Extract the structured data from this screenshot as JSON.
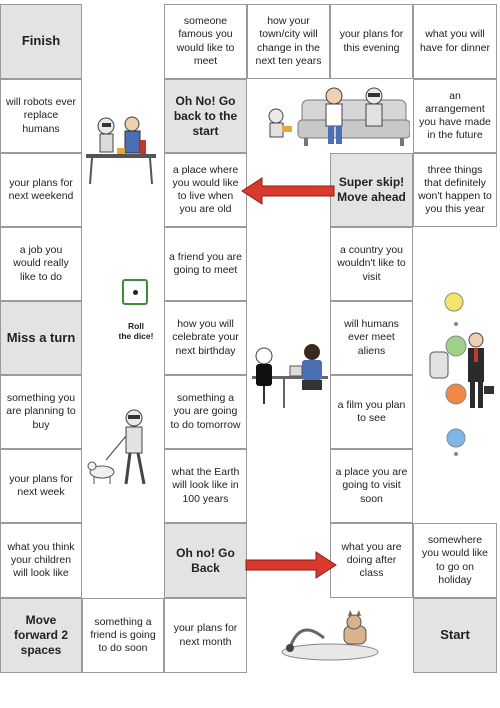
{
  "board": {
    "roll_dice": "Roll\nthe dice!",
    "squares": {
      "finish": "Finish",
      "famous_person": "someone famous you would like to meet",
      "town_change": "how your town/city will change in the next ten years",
      "plans_evening": "your plans for this evening",
      "dinner": "what you will have for dinner",
      "robots_replace": "will robots ever replace humans",
      "oh_no_start": "Oh No! Go back to the start",
      "arrangement": "an arrangement you have made in the future",
      "plans_weekend": "your plans for next weekend",
      "live_when_old": "a place where you would like to live when you are old",
      "super_skip": "Super skip! Move ahead",
      "three_things": "three things that definitely won't happen to you this year",
      "job": "a job you would really like to do",
      "friend_meet": "a friend you are going to meet",
      "country": "a country you wouldn't like to visit",
      "miss_turn": "Miss a turn",
      "birthday": "how you will celebrate your next birthday",
      "aliens": "will humans ever meet aliens",
      "planning_buy": "something you are planning to buy",
      "tomorrow": "something a you are going to do tomorrow",
      "film": "a film you plan to see",
      "next_week": "your plans for next week",
      "earth_100": "what the Earth will look like in 100 years",
      "visit_soon": "a place you are going to visit soon",
      "children": "what you think your children will look like",
      "oh_no_back": "Oh no! Go Back",
      "after_class": "what you are doing after class",
      "holiday": "somewhere you would like to go on holiday",
      "move_forward": "Move forward 2 spaces",
      "friend_soon": "something a friend is going to do soon",
      "next_month": "your plans for next month",
      "start": "Start"
    }
  },
  "colors": {
    "special_fill": "#e3e3e3",
    "arrow_red": "#d93a2b",
    "dice_green": "#3c8a3c"
  }
}
